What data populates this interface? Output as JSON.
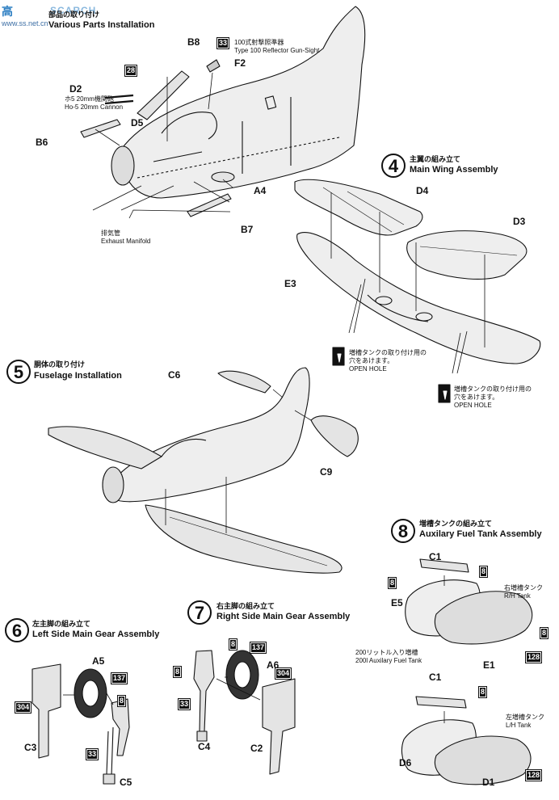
{
  "watermark": {
    "logo": "高",
    "brand": "SCARCH",
    "site": "www.ss.net.cn"
  },
  "steps": {
    "s3": {
      "jp": "部品の取り付け",
      "en": "Various Parts Installation"
    },
    "s4": {
      "num": "4",
      "jp": "主翼の組み立て",
      "en": "Main Wing Assembly"
    },
    "s5": {
      "num": "5",
      "jp": "胴体の取り付け",
      "en": "Fuselage Installation"
    },
    "s6": {
      "num": "6",
      "jp": "左主脚の組み立て",
      "en": "Left Side Main Gear Assembly"
    },
    "s7": {
      "num": "7",
      "jp": "右主脚の組み立て",
      "en": "Right Side Main Gear Assembly"
    },
    "s8": {
      "num": "8",
      "jp": "増槽タンクの組み立て",
      "en": "Auxilary Fuel Tank Assembly"
    }
  },
  "parts": {
    "B8": "B8",
    "F2": "F2",
    "D2": "D2",
    "D5": "D5",
    "B6": "B6",
    "A4": "A4",
    "B7": "B7",
    "D4": "D4",
    "D3": "D3",
    "E3": "E3",
    "C6": "C6",
    "C9": "C9",
    "A5": "A5",
    "C3": "C3",
    "C5": "C5",
    "A6": "A6",
    "C4": "C4",
    "C2": "C2",
    "C1a": "C1",
    "E5": "E5",
    "E1": "E1",
    "C1b": "C1",
    "D6": "D6",
    "D1": "D1"
  },
  "notes": {
    "gunsight_jp": "100式射撃照準器",
    "gunsight_en": "Type 100 Reflector Gun-Sight",
    "cannon_jp": "ホ5 20mm機関砲",
    "cannon_en": "Ho-5 20mm Cannon",
    "exhaust_jp": "排気管",
    "exhaust_en": "Exhaust Manifold",
    "hole1_jp": "増槽タンクの取り付け用の",
    "hole1_jp2": "穴をあけます。",
    "hole1_en": "OPEN HOLE",
    "hole2_jp": "増槽タンクの取り付け用の",
    "hole2_jp2": "穴をあけます。",
    "hole2_en": "OPEN HOLE",
    "rh_jp": "右増槽タンク",
    "rh_en": "R/H Tank",
    "lh_jp": "左増槽タンク",
    "lh_en": "L/H Tank",
    "fuel_jp": "200リットル入り増槽",
    "fuel_en": "200l Auxilary Fuel Tank"
  },
  "badges": {
    "b33a": "33",
    "b28": "28",
    "b137a": "137",
    "b8a": "8",
    "b304a": "304",
    "b33b": "33",
    "b8b": "8",
    "b137b": "137",
    "b8c": "8",
    "b304b": "304",
    "b33c": "33",
    "b8d": "8",
    "b8e": "8",
    "b8f": "8",
    "b128a": "128",
    "b8g": "8",
    "b128b": "128"
  }
}
